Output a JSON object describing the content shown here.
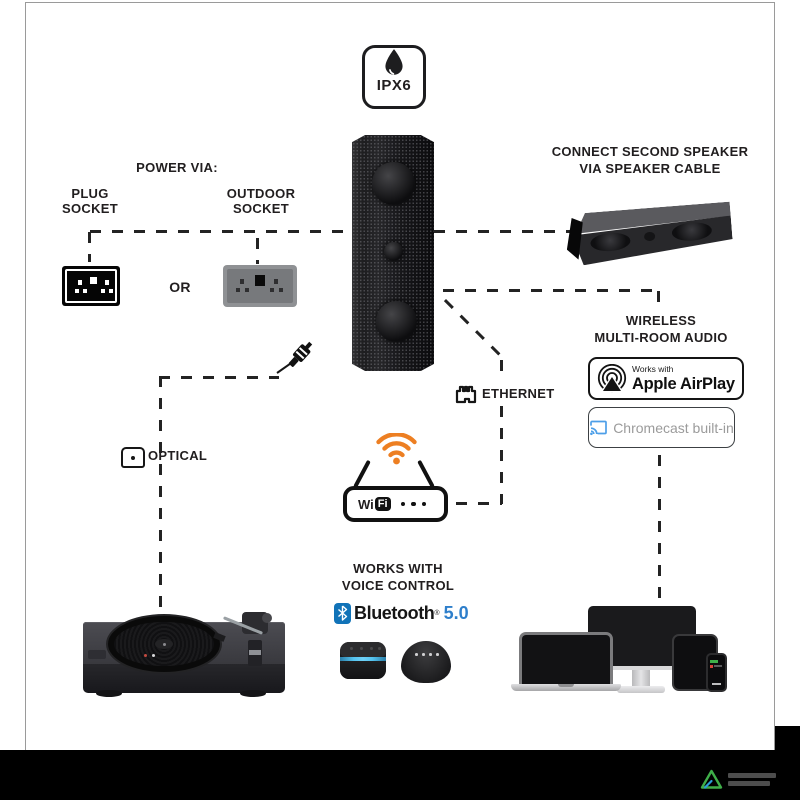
{
  "ipx6": {
    "label": "IPX6"
  },
  "power": {
    "heading": "POWER VIA:",
    "plug_line1": "PLUG",
    "plug_line2": "SOCKET",
    "outdoor_line1": "OUTDOOR",
    "outdoor_line2": "SOCKET",
    "or_label": "OR"
  },
  "second_speaker": {
    "heading_line1": "CONNECT SECOND SPEAKER",
    "heading_line2": "VIA SPEAKER CABLE"
  },
  "wireless": {
    "heading_line1": "WIRELESS",
    "heading_line2": "MULTI-ROOM AUDIO",
    "airplay_small": "Works with",
    "airplay_label": "Apple AirPlay",
    "chromecast_label": "Chromecast built-in"
  },
  "ethernet_label": "ETHERNET",
  "optical_label": "OPTICAL",
  "router": {
    "wi": "Wi",
    "fi": "Fi"
  },
  "voice": {
    "heading_line1": "WORKS WITH",
    "heading_line2": "VOICE CONTROL",
    "bluetooth_label": "Bluetooth",
    "bluetooth_reg": "®",
    "bluetooth_version": "5.0"
  },
  "colors": {
    "ink": "#211E1F",
    "wifi_orange": "#ED7F22",
    "bluetooth_blue": "#1173B8",
    "bluetooth_version_blue": "#2E7FCB",
    "chromecast_text_gray": "#9B9B9B",
    "chromecast_icon_blue": "#4D9FE8",
    "echo_ring_blue": "#55C3EF",
    "watermark_green": "#3FAE49"
  }
}
